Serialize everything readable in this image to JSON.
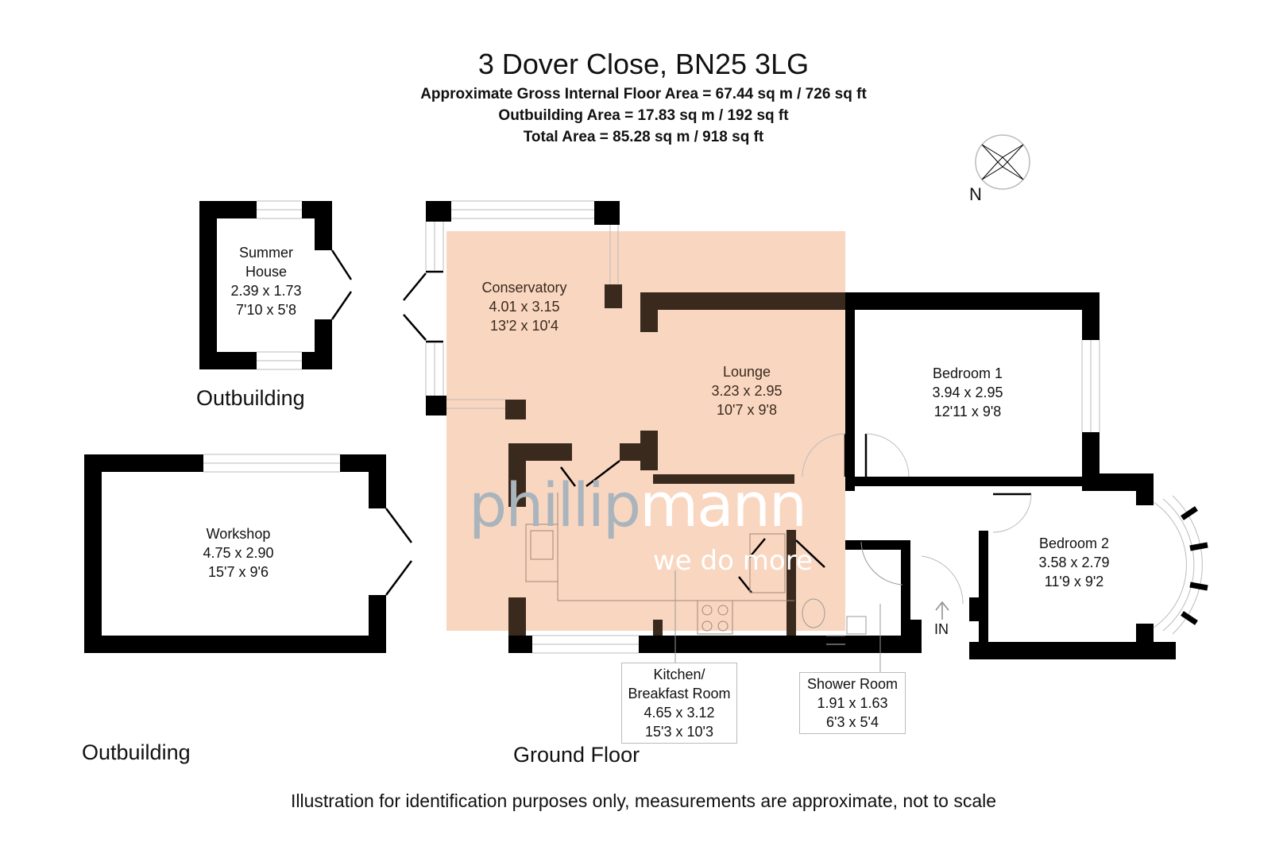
{
  "header": {
    "title": "3 Dover Close, BN25 3LG",
    "gross_internal_area": "Approximate Gross Internal Floor Area = 67.44 sq m / 726 sq ft",
    "outbuilding_area": "Outbuilding Area = 17.83 sq m / 192 sq ft",
    "total_area": "Total Area = 85.28 sq m / 918 sq ft"
  },
  "compass": {
    "label": "N",
    "icon": "compass-rose-icon"
  },
  "rooms": {
    "summer_house": {
      "name_line1": "Summer",
      "name_line2": "House",
      "metric": "2.39 x 1.73",
      "imperial": "7'10 x 5'8"
    },
    "conservatory": {
      "name": "Conservatory",
      "metric": "4.01 x 3.15",
      "imperial": "13'2 x 10'4"
    },
    "lounge": {
      "name": "Lounge",
      "metric": "3.23 x 2.95",
      "imperial": "10'7 x 9'8"
    },
    "bedroom1": {
      "name": "Bedroom 1",
      "metric": "3.94 x 2.95",
      "imperial": "12'11 x 9'8"
    },
    "bedroom2": {
      "name": "Bedroom 2",
      "metric": "3.58 x 2.79",
      "imperial": "11'9 x 9'2"
    },
    "workshop": {
      "name": "Workshop",
      "metric": "4.75 x 2.90",
      "imperial": "15'7 x 9'6"
    },
    "kitchen": {
      "name_line1": "Kitchen/",
      "name_line2": "Breakfast Room",
      "metric": "4.65 x 3.12",
      "imperial": "15'3 x 10'3"
    },
    "shower_room": {
      "name": "Shower Room",
      "metric": "1.91 x 1.63",
      "imperial": "6'3 x 5'4"
    }
  },
  "entrance": {
    "label": "IN"
  },
  "sections": {
    "outbuilding_upper": "Outbuilding",
    "outbuilding_lower": "Outbuilding",
    "ground_floor": "Ground Floor"
  },
  "watermark": {
    "brand_part1": "phillip",
    "brand_part2": "mann",
    "tagline": "we do more"
  },
  "highlight": {
    "color": "#f9d6c0"
  },
  "colors": {
    "wall": "#000000",
    "wall_tinted": "#3a2a1e",
    "watermark_grey": "#a9b4bd"
  },
  "disclaimer": "Illustration for identification purposes only, measurements are approximate, not to scale"
}
